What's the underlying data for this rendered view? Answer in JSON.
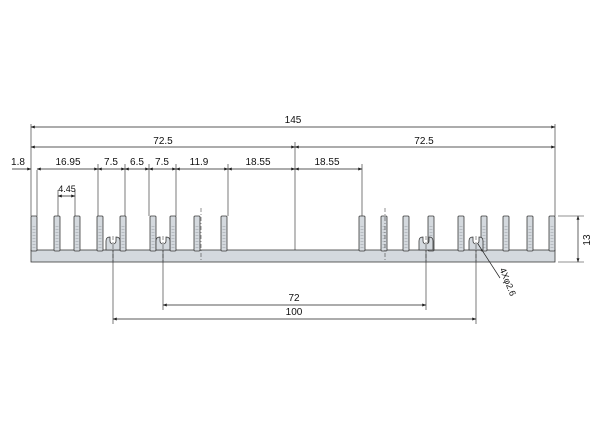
{
  "drawing": {
    "overall_width": "145",
    "half_left": "72.5",
    "half_right": "72.5",
    "dim_1_8": "1.8",
    "dim_16_95": "16.95",
    "dim_7_5_a": "7.5",
    "dim_6_5": "6.5",
    "dim_7_5_b": "7.5",
    "dim_11_9": "11.9",
    "dim_18_55_left": "18.55",
    "dim_18_55_right": "18.55",
    "fin_width": "4.45",
    "height": "13",
    "hole_callout": "4Xφ2.6",
    "hole_spacing_inner": "72",
    "hole_spacing_outer": "100"
  }
}
